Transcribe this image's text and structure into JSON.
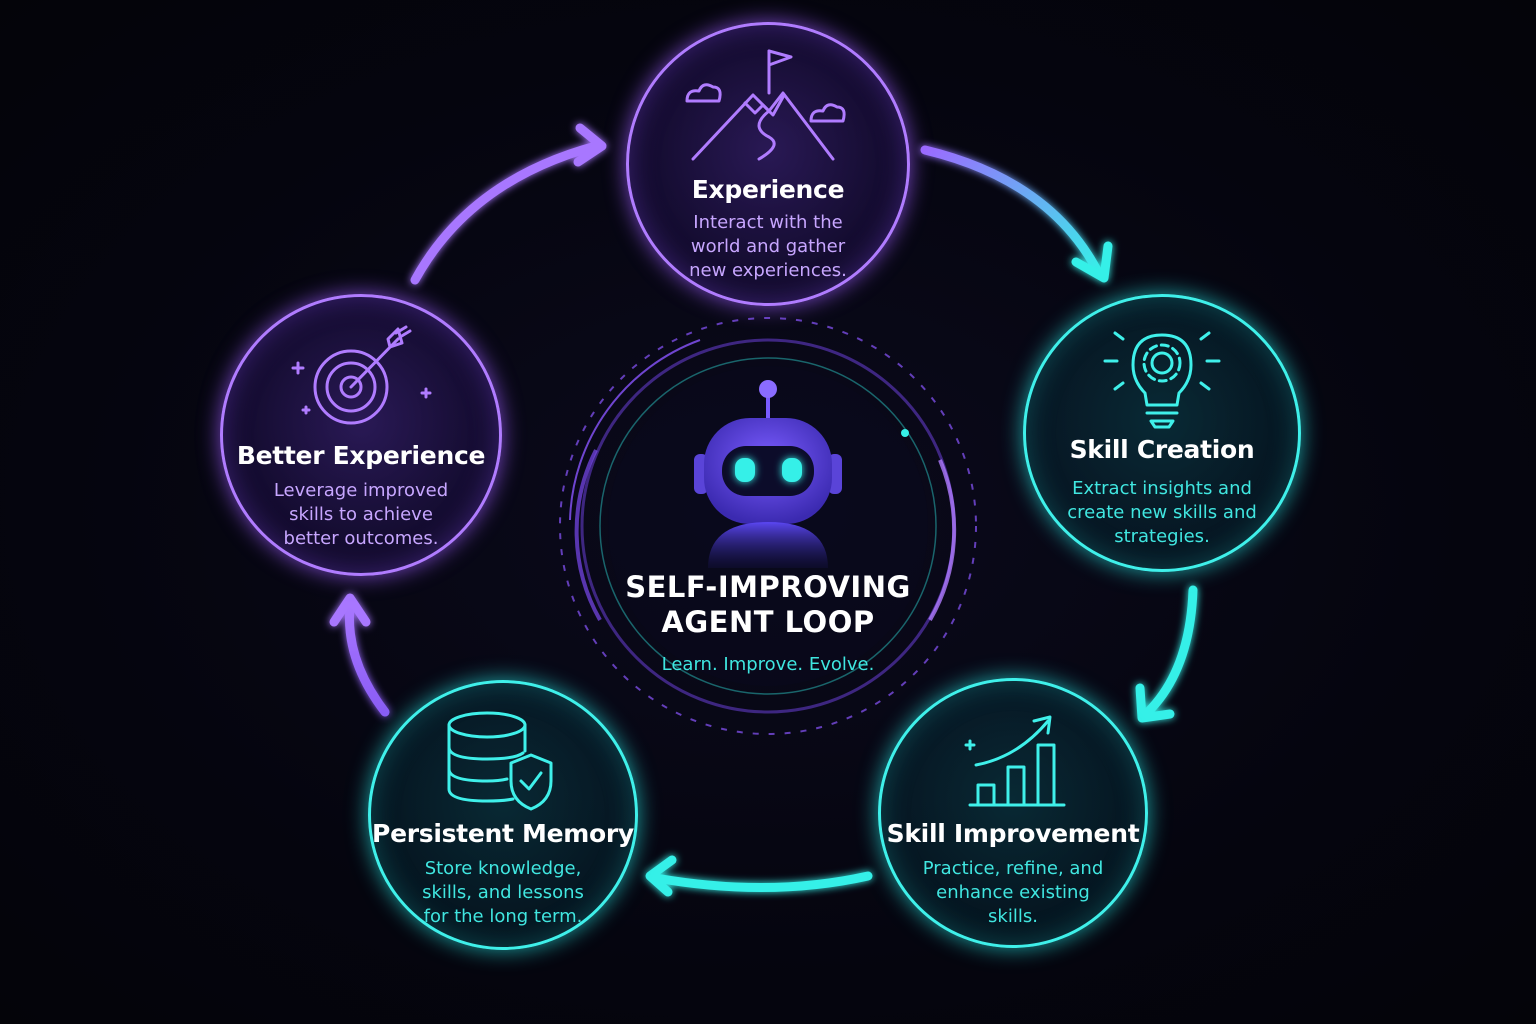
{
  "center": {
    "title_line1": "SELF-IMPROVING",
    "title_line2": "AGENT LOOP",
    "tagline": "Learn. Improve. Evolve.",
    "icon": "robot-icon"
  },
  "nodes": [
    {
      "id": "experience",
      "title": "Experience",
      "description": [
        "Interact with the",
        "world and gather",
        "new experiences."
      ],
      "icon": "mountain-flag-icon",
      "color": "#b07cff"
    },
    {
      "id": "skill-creation",
      "title": "Skill Creation",
      "description": [
        "Extract insights and",
        "create new skills and",
        "strategies."
      ],
      "icon": "lightbulb-gear-icon",
      "color": "#3ff0ea"
    },
    {
      "id": "skill-improvement",
      "title": "Skill Improvement",
      "description": [
        "Practice, refine, and",
        "enhance existing",
        "skills."
      ],
      "icon": "bar-chart-up-icon",
      "color": "#3ff0ea"
    },
    {
      "id": "persistent-memory",
      "title": "Persistent Memory",
      "description": [
        "Store knowledge,",
        "skills, and lessons",
        "for the long term."
      ],
      "icon": "database-shield-icon",
      "color": "#3ff0ea"
    },
    {
      "id": "better-experience",
      "title": "Better Experience",
      "description": [
        "Leverage improved",
        "skills to achieve",
        "better outcomes."
      ],
      "icon": "target-arrow-icon",
      "color": "#b07cff"
    }
  ],
  "colors": {
    "background": "#05050f",
    "purple": "#b07cff",
    "teal": "#3ff0ea",
    "robot": "#6a4cf0"
  }
}
